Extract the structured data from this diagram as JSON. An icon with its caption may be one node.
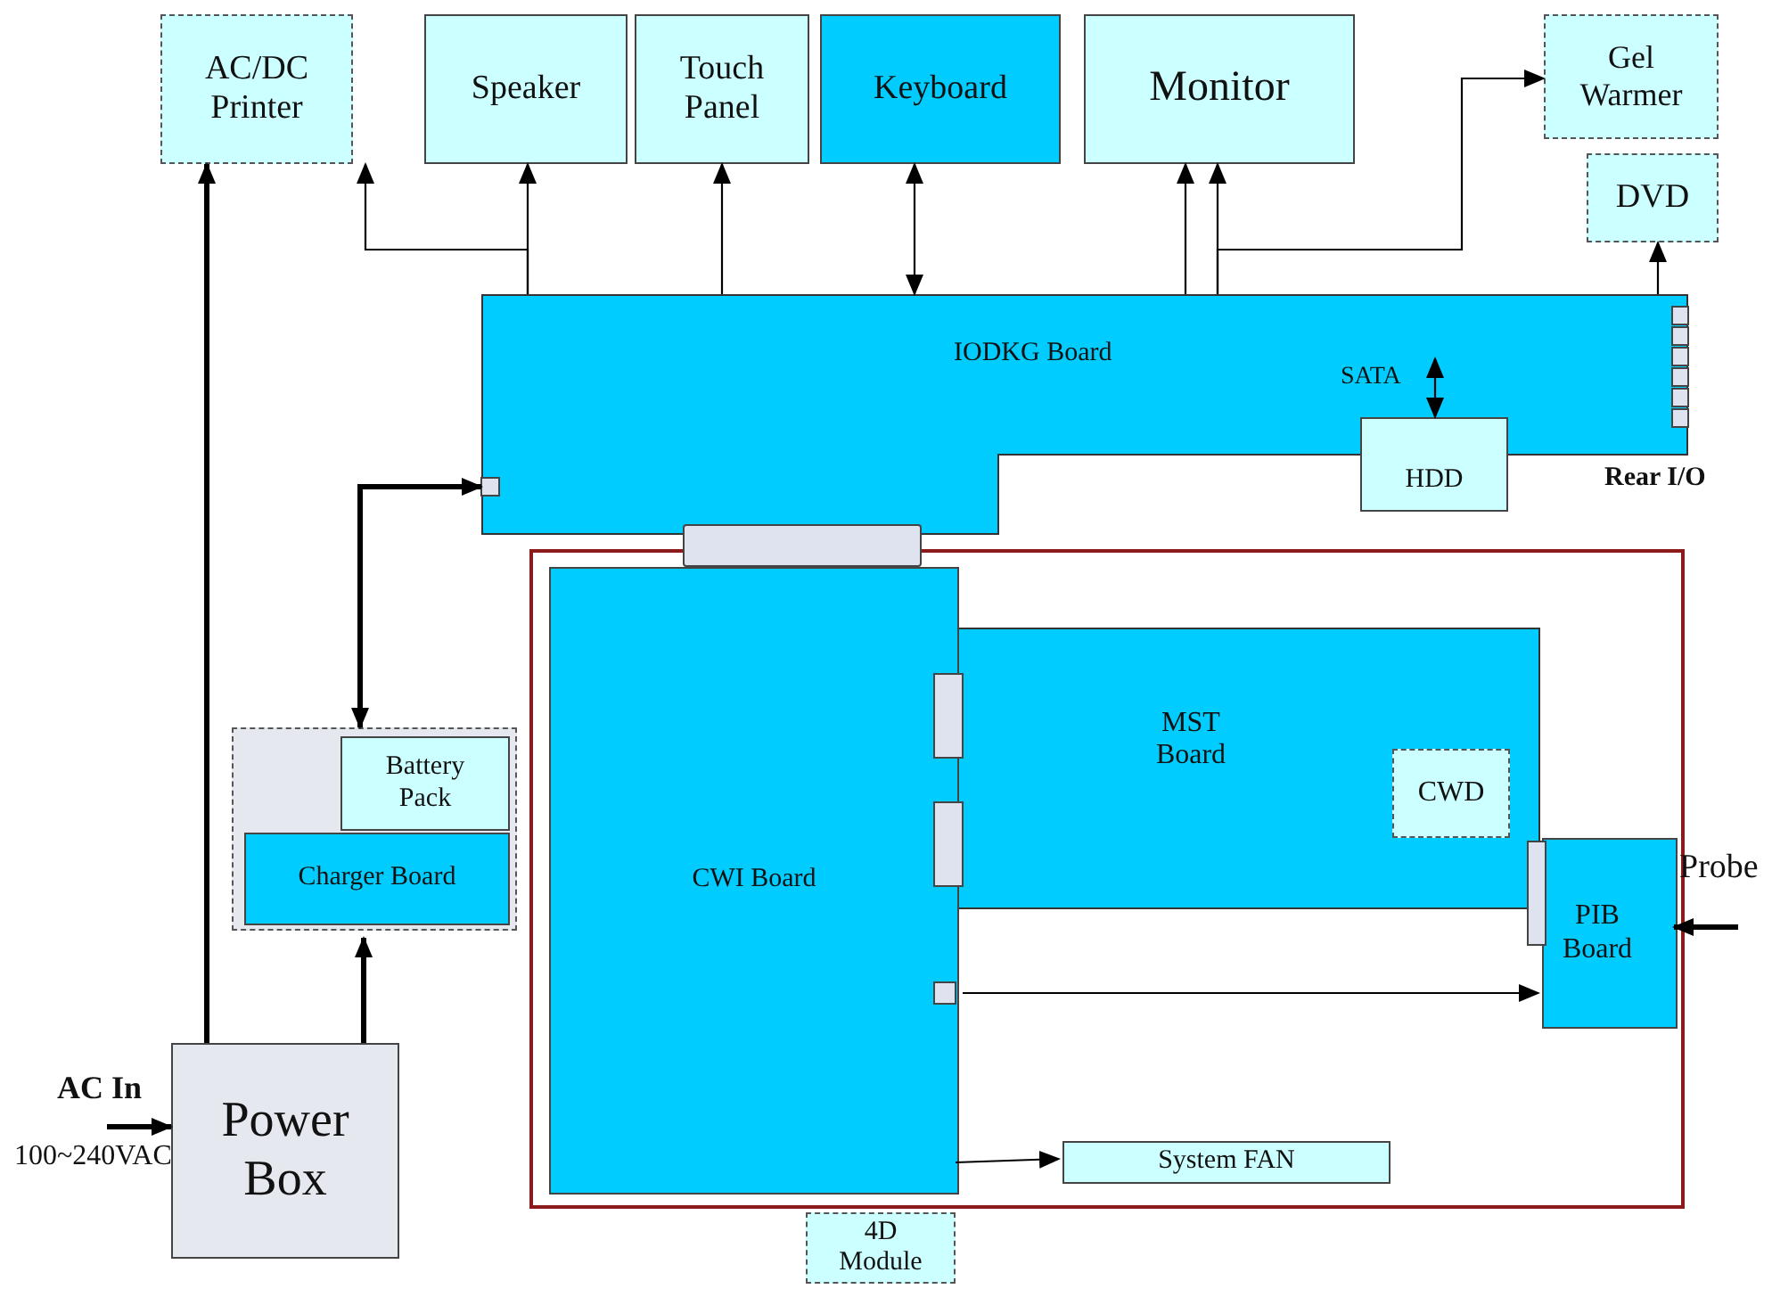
{
  "diagram": {
    "nodes": [
      {
        "text": [
          "AC/DC Printer"
        ]
      },
      {
        "text": [
          "Speaker"
        ]
      },
      {
        "text": [
          "Touch Panel"
        ]
      },
      {
        "text": [
          "Keyboard"
        ]
      },
      {
        "text": [
          "Monitor"
        ]
      },
      {
        "text": [
          "Gel Warmer"
        ]
      },
      {
        "text": [
          "DVD"
        ]
      },
      {
        "text": [
          "IODKG Board"
        ]
      },
      {
        "text": [
          "HDD"
        ]
      },
      {
        "text": [],
        "shape": "box"
      },
      {
        "text": [
          "CWI Board"
        ],
        "in": 9
      },
      {
        "text": [
          "MST Board"
        ],
        "in": 9
      },
      {
        "text": [
          "CWD"
        ],
        "in": 11
      },
      {
        "text": [
          "PIB Board"
        ],
        "in": 9
      },
      {
        "text": [
          "System FAN"
        ],
        "in": 9
      },
      {
        "text": [
          "4D Module"
        ]
      },
      {
        "text": [],
        "shape": "box"
      },
      {
        "text": [
          "Battery Pack"
        ],
        "in": 16
      },
      {
        "text": [
          "Charger Board"
        ],
        "in": 16
      },
      {
        "text": [
          "Power Box"
        ]
      },
      {
        "text": [],
        "shape": "bar"
      }
    ],
    "edges": [
      {
        "from": 19,
        "to": 0,
        "arrow": "to",
        "style": "thick"
      },
      {
        "from": 19,
        "to": 18,
        "arrow": "to",
        "style": "thick"
      },
      {
        "from": 7,
        "to": 17,
        "arrow": "both",
        "style": "thick"
      },
      {
        "from": 7,
        "to": 0,
        "arrow": "to"
      },
      {
        "from": 7,
        "to": 1,
        "arrow": "to"
      },
      {
        "from": 7,
        "to": 2,
        "arrow": "to"
      },
      {
        "from": 7,
        "to": 3,
        "arrow": "both"
      },
      {
        "from": 7,
        "to": 4,
        "arrow": "to"
      },
      {
        "from": 7,
        "to": 4,
        "arrow": "to"
      },
      {
        "from": 7,
        "to": 5,
        "arrow": "to"
      },
      {
        "from": 7,
        "to": 6,
        "arrow": "to"
      },
      {
        "from": 7,
        "to": 8,
        "arrow": "both",
        "label": "SATA"
      },
      {
        "from": 10,
        "to": 13,
        "arrow": "to"
      },
      {
        "from": 10,
        "to": 14,
        "arrow": "to"
      },
      {
        "from": null,
        "to": 19,
        "arrow": "to",
        "label": "AC In",
        "style": "thick"
      },
      {
        "from": null,
        "to": 13,
        "arrow": "to",
        "label": "Probe",
        "style": "thick"
      }
    ],
    "labels": [
      "Rear I/O",
      "100~240VAC"
    ]
  }
}
